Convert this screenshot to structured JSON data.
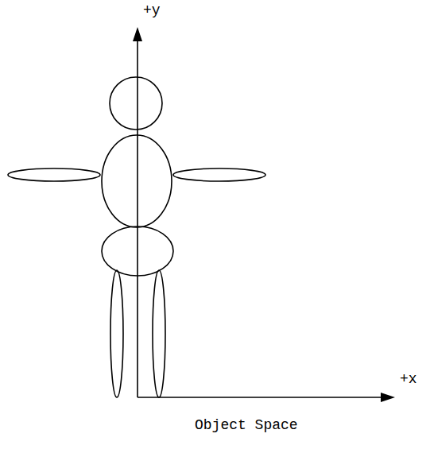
{
  "diagram": {
    "caption": "Object Space",
    "labels": [
      "+y",
      "+x"
    ]
  }
}
